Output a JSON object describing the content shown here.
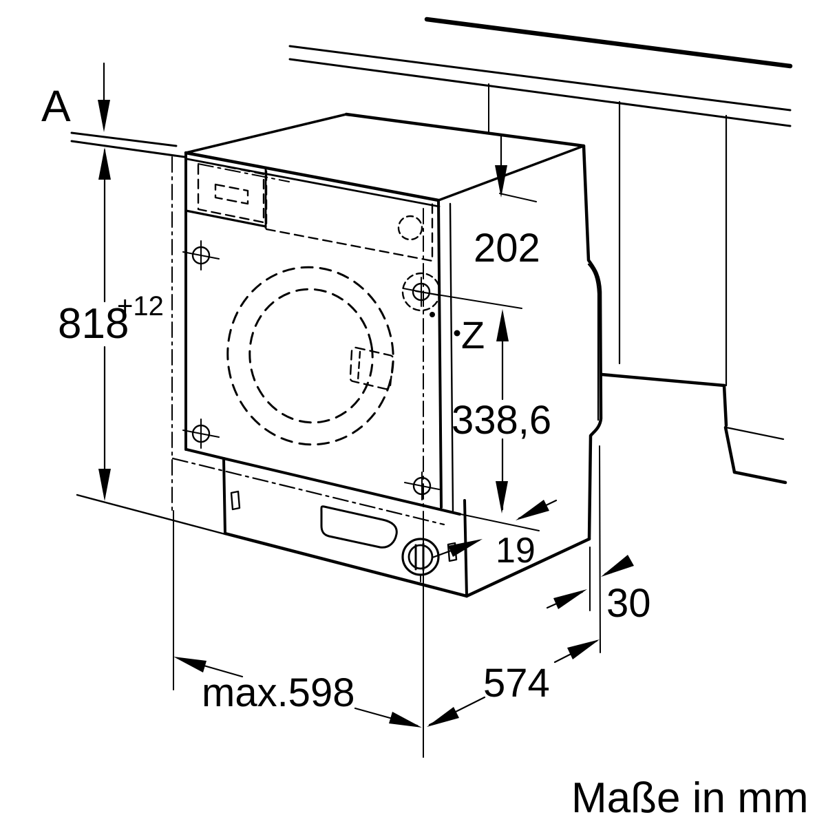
{
  "caption": {
    "text": "Maße in mm"
  },
  "dimensions": {
    "worktop_label": "A",
    "niche_height": "818",
    "niche_height_tolerance": "+12",
    "rear_height": "202",
    "hinge_label": "Z",
    "hinge_height": "338,6",
    "front_gap": "19",
    "side_gap": "30",
    "max_width": "max.598",
    "depth": "574"
  },
  "colors": {
    "line": "#000000",
    "background": "#ffffff",
    "text": "#000000"
  }
}
